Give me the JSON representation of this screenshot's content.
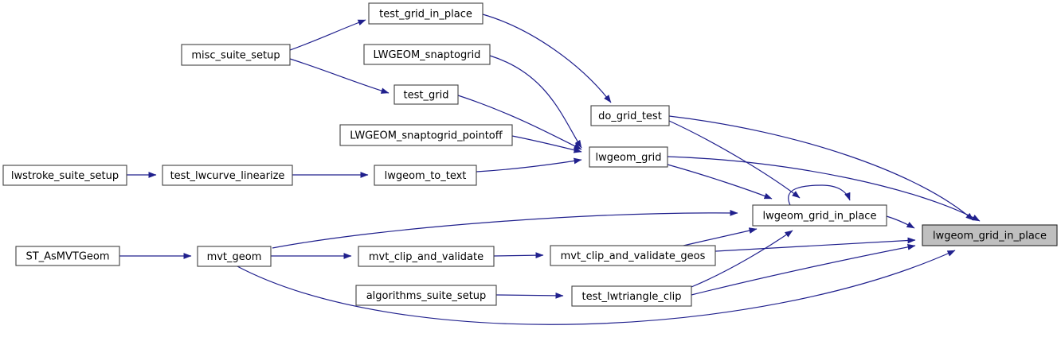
{
  "diagram": {
    "type": "call-graph",
    "colors": {
      "edge": "#20208d",
      "node_border": "#404040",
      "node_fill": "#ffffff",
      "highlight_fill": "#bfbfbf",
      "highlight_border": "#242424",
      "text": "#000000",
      "background": "#ffffff"
    },
    "nodes": [
      {
        "id": "tgip",
        "label": "test_grid_in_place",
        "highlighted": false
      },
      {
        "id": "mss",
        "label": "misc_suite_setup",
        "highlighted": false
      },
      {
        "id": "lsg",
        "label": "LWGEOM_snaptogrid",
        "highlighted": false
      },
      {
        "id": "tg",
        "label": "test_grid",
        "highlighted": false
      },
      {
        "id": "lsgp",
        "label": "LWGEOM_snaptogrid_pointoff",
        "highlighted": false
      },
      {
        "id": "dgt",
        "label": "do_grid_test",
        "highlighted": false
      },
      {
        "id": "lg",
        "label": "lwgeom_grid",
        "highlighted": false
      },
      {
        "id": "lss",
        "label": "lwstroke_suite_setup",
        "highlighted": false
      },
      {
        "id": "tll",
        "label": "test_lwcurve_linearize",
        "highlighted": false
      },
      {
        "id": "ltt",
        "label": "lwgeom_to_text",
        "highlighted": false
      },
      {
        "id": "lgip1",
        "label": "lwgeom_grid_in_place",
        "highlighted": false
      },
      {
        "id": "stam",
        "label": "ST_AsMVTGeom",
        "highlighted": false
      },
      {
        "id": "mg",
        "label": "mvt_geom",
        "highlighted": false
      },
      {
        "id": "mcv",
        "label": "mvt_clip_and_validate",
        "highlighted": false
      },
      {
        "id": "mcvg",
        "label": "mvt_clip_and_validate_geos",
        "highlighted": false
      },
      {
        "id": "ass",
        "label": "algorithms_suite_setup",
        "highlighted": false
      },
      {
        "id": "tlc",
        "label": "test_lwtriangle_clip",
        "highlighted": false
      },
      {
        "id": "lgip2",
        "label": "lwgeom_grid_in_place",
        "highlighted": true
      }
    ],
    "edges": [
      {
        "from": "mss",
        "to": "tgip"
      },
      {
        "from": "mss",
        "to": "tg"
      },
      {
        "from": "tgip",
        "to": "dgt"
      },
      {
        "from": "lsg",
        "to": "lg"
      },
      {
        "from": "tg",
        "to": "lg"
      },
      {
        "from": "lsgp",
        "to": "lg"
      },
      {
        "from": "ltt",
        "to": "lg"
      },
      {
        "from": "lss",
        "to": "tll"
      },
      {
        "from": "tll",
        "to": "ltt"
      },
      {
        "from": "dgt",
        "to": "lgip2"
      },
      {
        "from": "lg",
        "to": "lgip2"
      },
      {
        "from": "dgt",
        "to": "lgip1"
      },
      {
        "from": "lg",
        "to": "lgip1"
      },
      {
        "from": "lgip1",
        "to": "lgip1"
      },
      {
        "from": "lgip1",
        "to": "lgip2"
      },
      {
        "from": "stam",
        "to": "mg"
      },
      {
        "from": "mg",
        "to": "mcv"
      },
      {
        "from": "mg",
        "to": "lgip1"
      },
      {
        "from": "mg",
        "to": "lgip2"
      },
      {
        "from": "mcv",
        "to": "mcvg"
      },
      {
        "from": "mcvg",
        "to": "lgip1"
      },
      {
        "from": "mcvg",
        "to": "lgip2"
      },
      {
        "from": "ass",
        "to": "tlc"
      },
      {
        "from": "tlc",
        "to": "lgip1"
      },
      {
        "from": "tlc",
        "to": "lgip2"
      }
    ]
  }
}
